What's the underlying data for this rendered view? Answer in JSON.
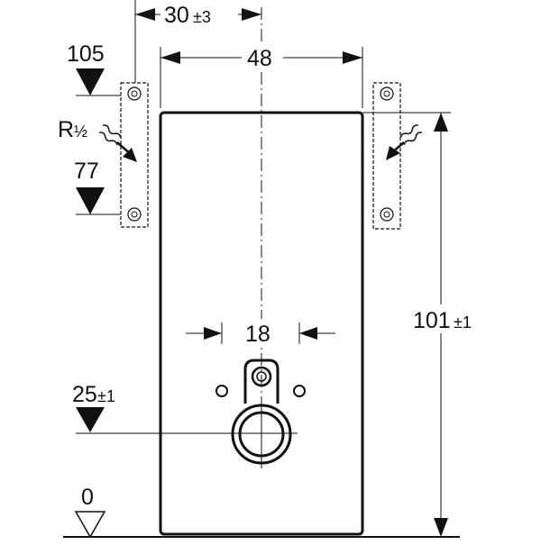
{
  "labels": {
    "width_48": "48",
    "offset_30": "30",
    "offset_30_tol": "±3",
    "height_105": "105",
    "height_77": "77",
    "thread": "R",
    "thread_frac": "½",
    "spacing_18": "18",
    "height_25": "25",
    "height_25_tol": "±1",
    "height_101": "101",
    "height_101_tol": "±1",
    "zero_level": "0"
  },
  "colors": {
    "line": "#111111",
    "background": "#ffffff"
  }
}
